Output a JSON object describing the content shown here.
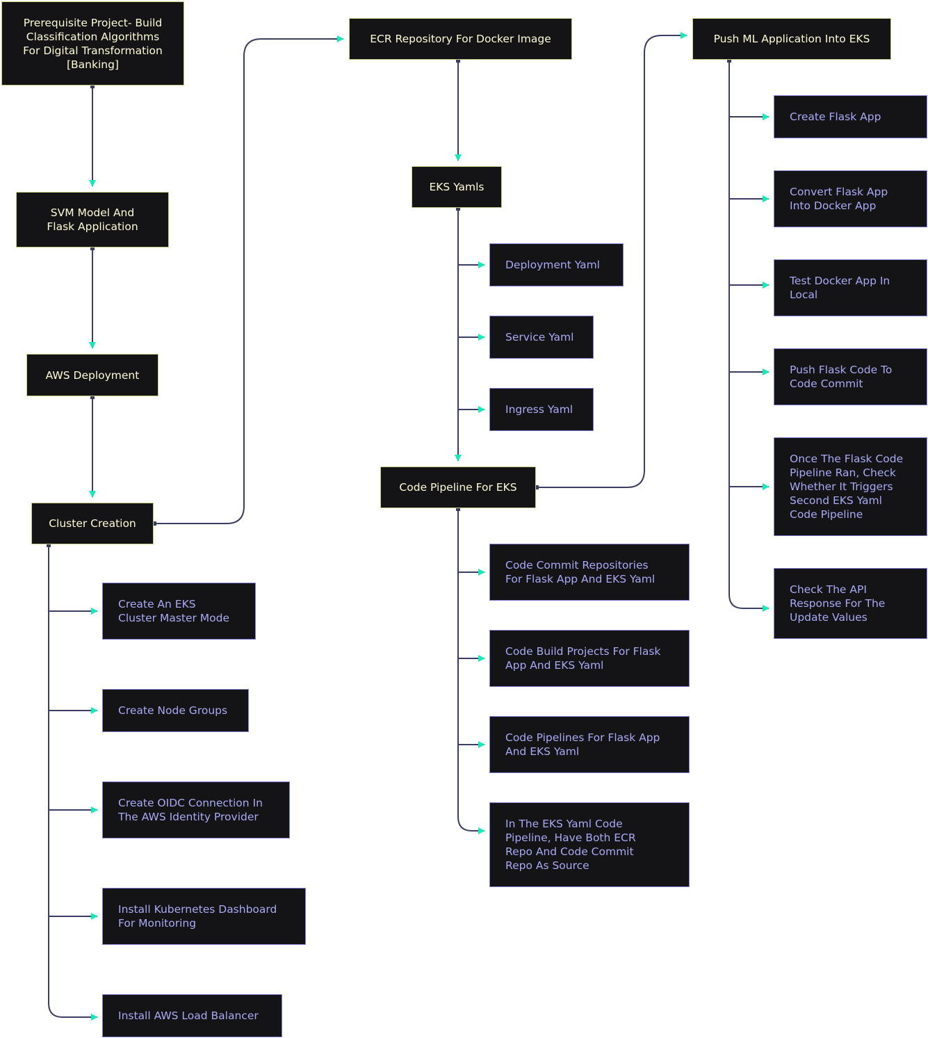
{
  "colors": {
    "edge": "#3a3d62",
    "arrow": "#16e8b8",
    "node_bg": "#141416",
    "primary_border": "#c9cc84",
    "primary_text": "#fefcd6",
    "sub_border": "#8181d8",
    "sub_text": "#a9a9f5"
  },
  "nodes": {
    "prereq": "Prerequisite Project- Build\nClassification Algorithms\nFor Digital Transformation\n[Banking]",
    "svm": "SVM Model And\nFlask Application",
    "aws": "AWS Deployment",
    "cluster": "Cluster Creation",
    "eks_master": "Create An EKS\nCluster Master Mode",
    "node_groups": "Create Node Groups",
    "oidc": "Create OIDC Connection In\nThe AWS Identity Provider",
    "k8s_dash": "Install Kubernetes Dashboard\nFor Monitoring",
    "lb": "Install AWS Load Balancer",
    "ecr": "ECR Repository For Docker Image",
    "eks_yamls": "EKS Yamls",
    "deploy_yaml": "Deployment Yaml",
    "service_yaml": "Service Yaml",
    "ingress_yaml": "Ingress Yaml",
    "pipeline": "Code Pipeline For EKS",
    "cc_repos": "Code Commit Repositories\nFor Flask App And EKS Yaml",
    "cb_projects": "Code Build Projects For Flask\nApp And EKS Yaml",
    "cp_pipelines": "Code Pipelines For Flask App\nAnd EKS Yaml",
    "eks_source": "In The EKS Yaml Code\nPipeline, Have Both ECR\nRepo And Code Commit\nRepo As Source",
    "push_ml": "Push ML Application Into EKS",
    "flask_app": "Create Flask App",
    "docker_app": "Convert Flask App\nInto Docker App",
    "test_docker": "Test Docker App In\nLocal",
    "push_code": "Push Flask Code To\nCode Commit",
    "check_trigger": "Once The Flask Code\nPipeline Ran, Check\nWhether It Triggers\nSecond EKS Yaml\nCode Pipeline",
    "api_check": "Check The API\nResponse For The\nUpdate Values"
  }
}
